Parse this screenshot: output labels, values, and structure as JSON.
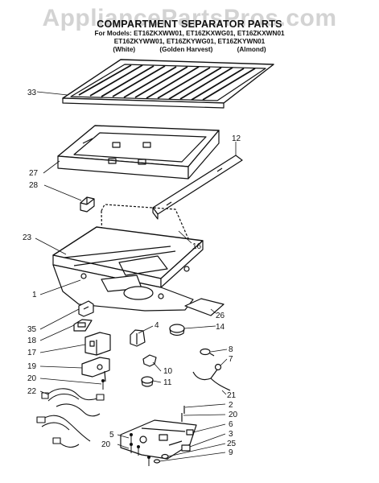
{
  "header": {
    "title": "COMPARTMENT SEPARATOR PARTS",
    "models_line1": "For Models: ET16ZKXWW01, ET16ZKXWG01, ET16ZKXWN01",
    "models_line2": "ET16ZKYWW01, ET16ZKYWG01, ET16ZKYWN01",
    "colors": [
      "(White)",
      "(Golden Harvest)",
      "(Almond)"
    ]
  },
  "watermark": "AppliancePartsPros.com",
  "callouts": [
    "33",
    "12",
    "27",
    "28",
    "16",
    "23",
    "1",
    "26",
    "35",
    "14",
    "4",
    "18",
    "17",
    "8",
    "7",
    "19",
    "10",
    "11",
    "20",
    "21",
    "22",
    "2",
    "20",
    "6",
    "3",
    "5",
    "20",
    "25",
    "9"
  ]
}
